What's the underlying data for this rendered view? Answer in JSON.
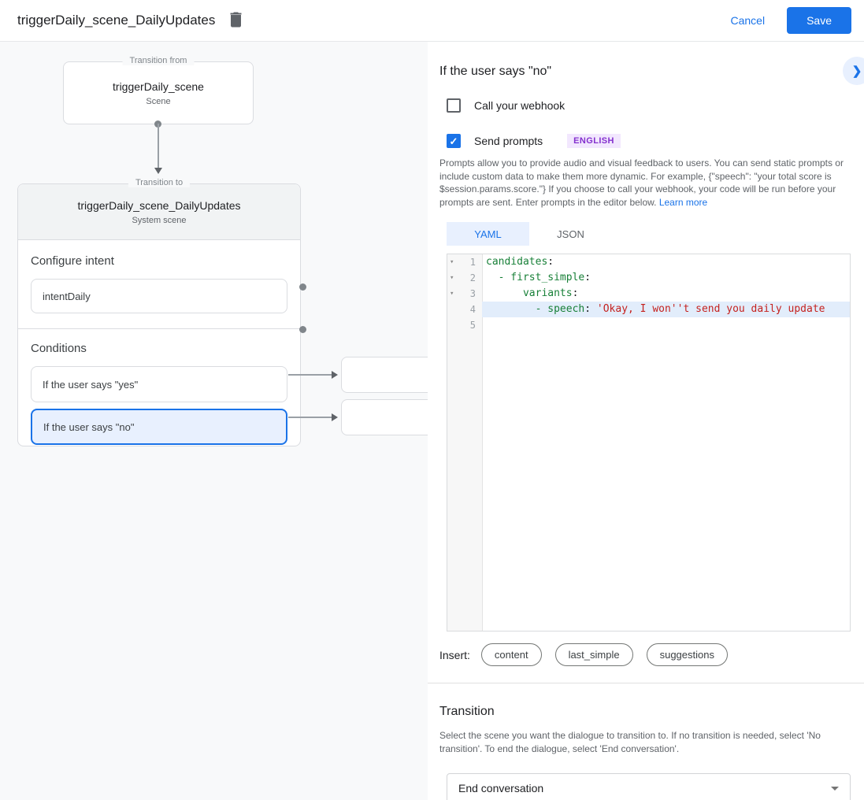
{
  "topbar": {
    "title": "triggerDaily_scene_DailyUpdates",
    "cancel_label": "Cancel",
    "save_label": "Save"
  },
  "canvas": {
    "transition_from": {
      "legend": "Transition from",
      "name": "triggerDaily_scene",
      "type": "Scene"
    },
    "transition_to": {
      "legend": "Transition to",
      "name": "triggerDaily_scene_DailyUpdates",
      "type": "System scene",
      "configure_intent_label": "Configure intent",
      "intent_value": "intentDaily",
      "conditions_label": "Conditions",
      "conditions": [
        {
          "label": "If the user says \"yes\"",
          "selected": false
        },
        {
          "label": "If the user says \"no\"",
          "selected": true
        }
      ]
    }
  },
  "panel": {
    "title": "If the user says \"no\"",
    "webhook": {
      "label": "Call your webhook",
      "checked": false
    },
    "send_prompts": {
      "label": "Send prompts",
      "checked": true,
      "check_glyph": "✓",
      "badge": "ENGLISH"
    },
    "description": "Prompts allow you to provide audio and visual feedback to users. You can send static prompts or include custom data to make them more dynamic. For example, {\"speech\": \"your total score is $session.params.score.\"} If you choose to call your webhook, your code will be run before your prompts are sent. Enter prompts in the editor below.",
    "learn_more_label": "Learn more",
    "tabs": [
      {
        "label": "YAML",
        "active": true
      },
      {
        "label": "JSON",
        "active": false
      }
    ],
    "editor": {
      "lines": [
        {
          "num": "1",
          "fold": "▾",
          "segments": [
            {
              "t": "candidates",
              "c": "key"
            },
            {
              "t": ":",
              "c": "pun"
            }
          ]
        },
        {
          "num": "2",
          "fold": "▾",
          "segments": [
            {
              "t": "  - first_simple",
              "c": "key"
            },
            {
              "t": ":",
              "c": "pun"
            }
          ]
        },
        {
          "num": "3",
          "fold": "▾",
          "segments": [
            {
              "t": "      variants",
              "c": "key"
            },
            {
              "t": ":",
              "c": "pun"
            }
          ]
        },
        {
          "num": "4",
          "highlighted": true,
          "segments": [
            {
              "t": "        - speech",
              "c": "key"
            },
            {
              "t": ": ",
              "c": "pun"
            },
            {
              "t": "'Okay, I won''t send you daily update",
              "c": "str"
            }
          ]
        },
        {
          "num": "5",
          "segments": []
        }
      ]
    },
    "insert": {
      "label": "Insert:",
      "chips": [
        "content",
        "last_simple",
        "suggestions"
      ]
    },
    "transition": {
      "title": "Transition",
      "description": "Select the scene you want the dialogue to transition to. If no transition is needed, select 'No transition'. To end the dialogue, select 'End conversation'.",
      "value": "End conversation"
    }
  },
  "colors": {
    "accent": "#1a73e8",
    "accent_bg": "#e8f0fe",
    "badge_bg": "#f2e7fe",
    "badge_text": "#8430ce",
    "code_key": "#188038",
    "code_string": "#c5221f",
    "canvas_bg": "#f8f9fa"
  }
}
